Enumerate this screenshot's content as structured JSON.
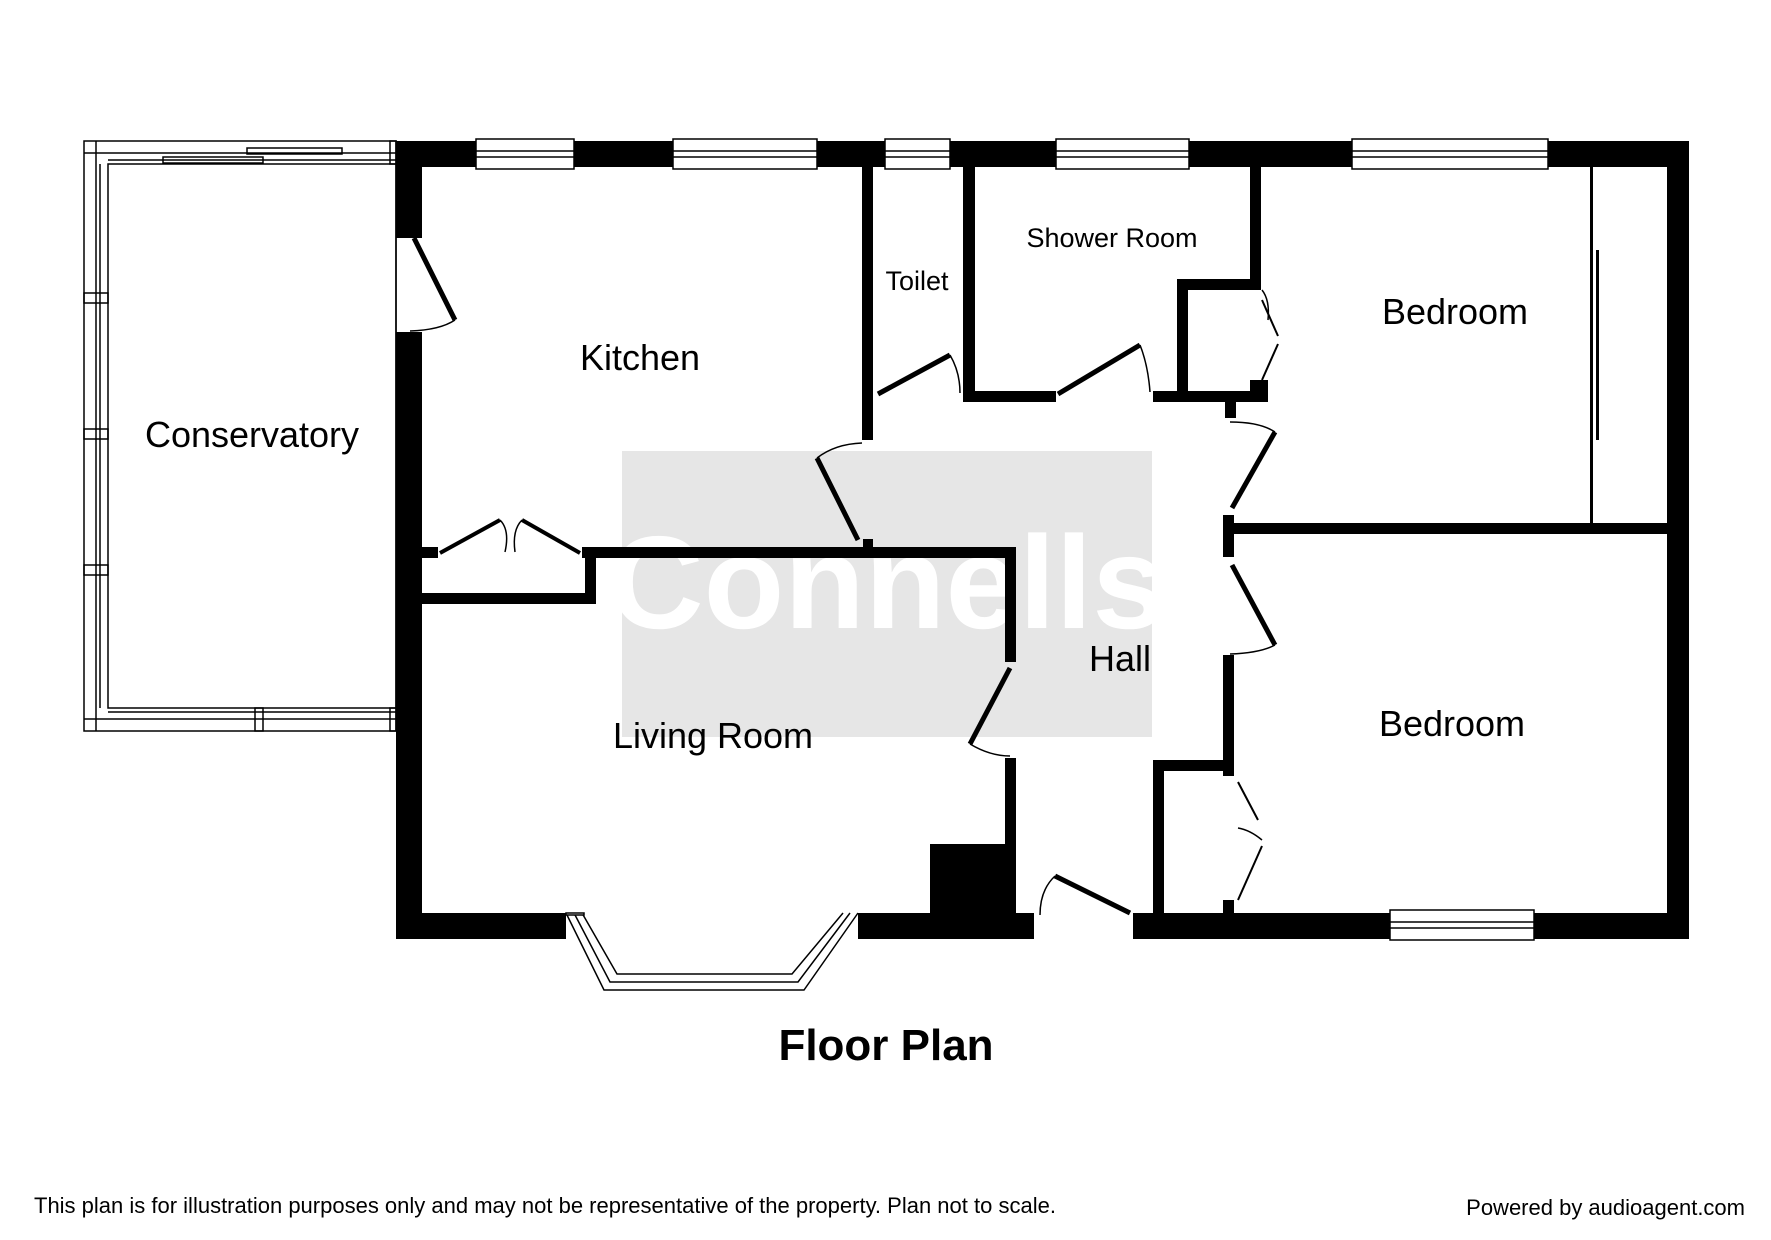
{
  "plan": {
    "title": "Floor Plan",
    "rooms": [
      {
        "id": "conservatory",
        "label": "Conservatory"
      },
      {
        "id": "kitchen",
        "label": "Kitchen"
      },
      {
        "id": "toilet",
        "label": "Toilet"
      },
      {
        "id": "shower",
        "label": "Shower Room"
      },
      {
        "id": "bedroom1",
        "label": "Bedroom"
      },
      {
        "id": "hall",
        "label": "Hall"
      },
      {
        "id": "living",
        "label": "Living Room"
      },
      {
        "id": "bedroom2",
        "label": "Bedroom"
      }
    ]
  },
  "watermark": {
    "text": "Connells",
    "color": "#e6e6e6"
  },
  "footer": {
    "disclaimer": "This plan is for illustration purposes only and may not be representative of the property. Plan not to scale.",
    "powered": "Powered by audioagent.com"
  },
  "colors": {
    "wall": "#000000",
    "background": "#ffffff"
  }
}
